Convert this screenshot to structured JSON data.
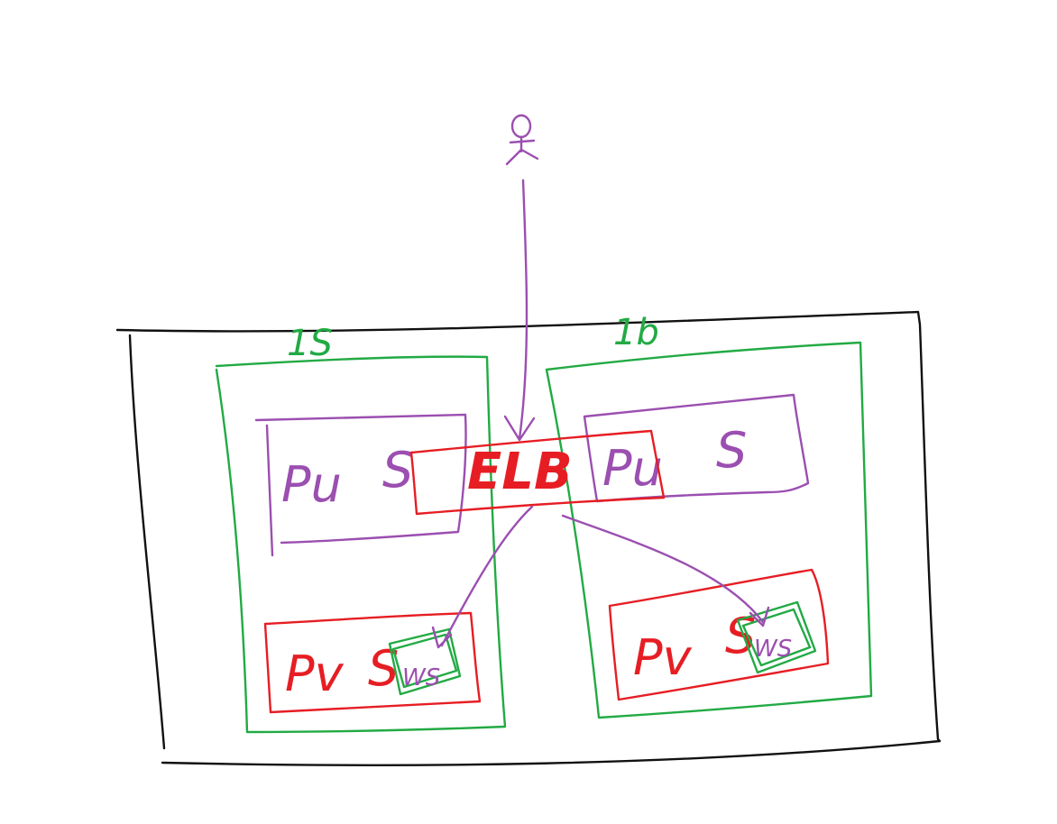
{
  "colors": {
    "vpc": "#111111",
    "az": "#22aa44",
    "public_subnet": "#9b4fb0",
    "private_subnet": "#e61e24",
    "elb": "#e61e24",
    "web_server": "#22aa44",
    "user": "#9b4fb0",
    "connection": "#9b4fb0"
  },
  "icons": {
    "user": "stick-figure-icon"
  },
  "az_left": {
    "label": "1S"
  },
  "az_right": {
    "label": "1b"
  },
  "subnets": {
    "public_left": {
      "label_a": "Pu",
      "label_b": "S"
    },
    "public_right": {
      "label_a": "Pu",
      "label_b": "S"
    },
    "private_left": {
      "label_a": "Pv",
      "label_b": "S"
    },
    "private_right": {
      "label_a": "Pv",
      "label_b": "S"
    }
  },
  "elb": {
    "label": "ELB"
  },
  "web_servers": {
    "left": {
      "label": "WS"
    },
    "right": {
      "label": "WS"
    }
  }
}
